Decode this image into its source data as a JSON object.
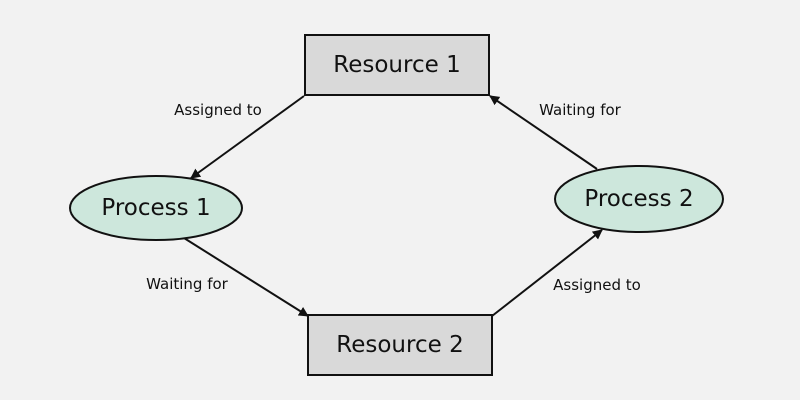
{
  "colors": {
    "background": "#f2f2f2",
    "resource_fill": "#d9d9d9",
    "process_fill": "#cde7dc",
    "stroke": "#111111"
  },
  "nodes": {
    "resource1": {
      "label": "Resource 1",
      "shape": "rectangle"
    },
    "resource2": {
      "label": "Resource 2",
      "shape": "rectangle"
    },
    "process1": {
      "label": "Process 1",
      "shape": "ellipse"
    },
    "process2": {
      "label": "Process 2",
      "shape": "ellipse"
    }
  },
  "edges": [
    {
      "from": "resource1",
      "to": "process1",
      "label": "Assigned to"
    },
    {
      "from": "process1",
      "to": "resource2",
      "label": "Waiting for"
    },
    {
      "from": "resource2",
      "to": "process2",
      "label": "Assigned to"
    },
    {
      "from": "process2",
      "to": "resource1",
      "label": "Waiting for"
    }
  ]
}
